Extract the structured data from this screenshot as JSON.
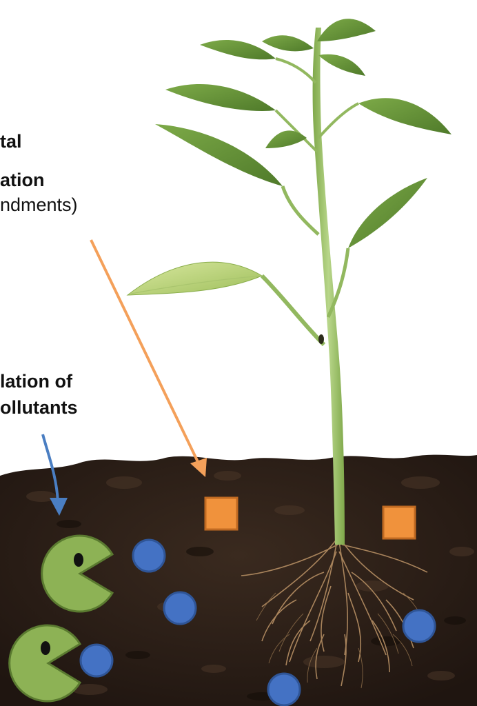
{
  "labels": {
    "left_text_1": "tal",
    "left_text_2": "ation",
    "left_text_3": "ndments)",
    "degradation_line_1": "lation of",
    "degradation_line_2": "ollutants"
  },
  "colors": {
    "orange": "#F4A05A",
    "orange_square": "#F0923C",
    "orange_square_border": "#C06A22",
    "blue_arrow": "#4A7EC2",
    "blue_dot": "#4472C4",
    "blue_dot_border": "#2F5597",
    "pacman_green": "#8DB255",
    "pacman_border": "#5A7A30",
    "soil": "#2B1E16",
    "leaf": "#6E9A3E",
    "stem": "#9CC06A"
  },
  "icons": {
    "pacman": "pacman-icon",
    "pollutant": "blue-dot",
    "amendment": "orange-square"
  }
}
